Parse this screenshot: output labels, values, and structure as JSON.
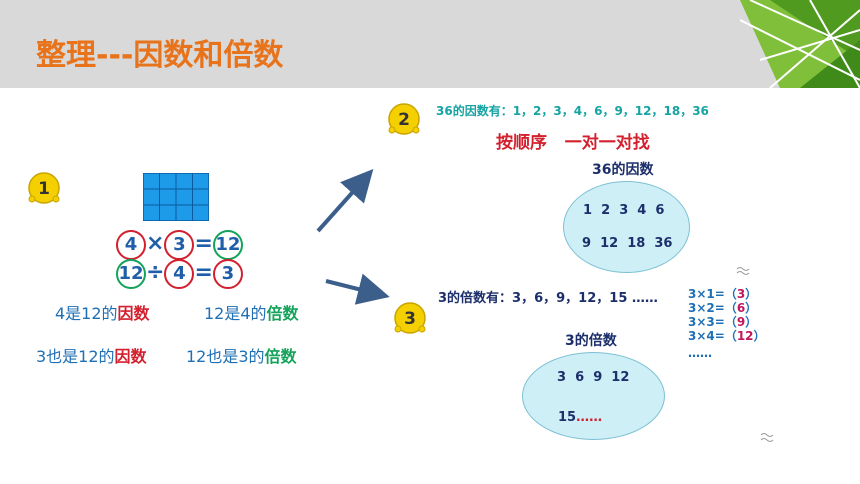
{
  "title": "整理---因数和倍数",
  "colors": {
    "orange": "#e8731a",
    "blue": "#1f6fb5",
    "red": "#d3202e",
    "green": "#13a35a",
    "navy": "#1c2f6b",
    "teal": "#16a3a3",
    "ellipse": "#cfeff7",
    "grid": "#1e9be8"
  },
  "badges": [
    "1",
    "2",
    "3"
  ],
  "equations": {
    "eq1": {
      "a": "4",
      "op": "×",
      "b": "3",
      "eq": "=",
      "c": "12"
    },
    "eq2": {
      "a": "12",
      "op": "÷",
      "b": "4",
      "eq": "=",
      "c": "3"
    }
  },
  "statements": {
    "s1_pre": "4是12的",
    "s1_key": "因数",
    "s2_pre": "12是4的",
    "s2_key": "倍数",
    "s3_pre": "3也是12的",
    "s3_key": "因数",
    "s4_pre": "12也是3的",
    "s4_key": "倍数"
  },
  "factors": {
    "heading_pre": "36的因数有：",
    "list": "1，2，3，4，6，9，12，18，36",
    "hint": "按顺序   一对一对找",
    "set_title": "36的因数",
    "row1": "1  2  3  4  6",
    "row2": "9  12  18  36"
  },
  "multiples": {
    "heading_pre": "3的倍数有：",
    "list": "3，6，9，12，15 ……",
    "set_title": "3的倍数",
    "row1": "3  6  9  12",
    "row2_num": "15",
    "row2_dots": "……",
    "mults": [
      {
        "expr": "3×1=（",
        "val": "3",
        "end": "）"
      },
      {
        "expr": "3×2=（",
        "val": "6",
        "end": "）"
      },
      {
        "expr": "3×3=（",
        "val": "9",
        "end": "）"
      },
      {
        "expr": "3×4=（",
        "val": "12",
        "end": "）"
      }
    ],
    "more": "……"
  }
}
